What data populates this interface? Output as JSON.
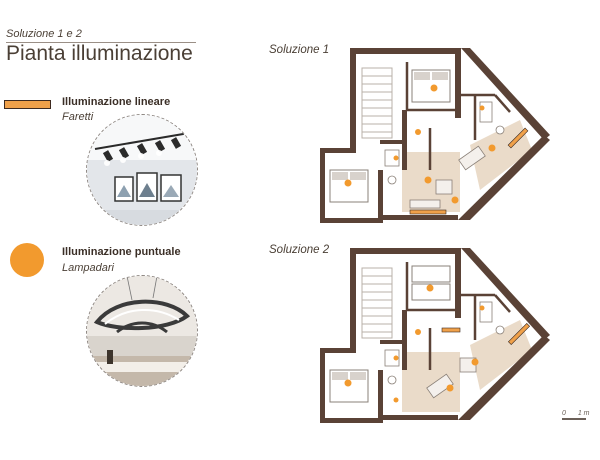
{
  "header": {
    "subtitle": "Soluzione 1 e 2",
    "title": "Pianta illuminazione"
  },
  "legend": {
    "linear": {
      "title": "Illuminazione lineare",
      "sub": "Faretti",
      "color": "#f0a14a"
    },
    "point": {
      "title": "Illuminazione puntuale",
      "sub": "Lampadari",
      "color": "#f29a2e"
    }
  },
  "plans": [
    {
      "label": "Soluzione 1"
    },
    {
      "label": "Soluzione 2"
    }
  ],
  "scale": {
    "zero": "0",
    "one": "1 m"
  },
  "colors": {
    "wall": "#5a4236",
    "floor_wood": "#e8d6c2",
    "accent": "#f29a2e",
    "text": "#4a3f35"
  }
}
